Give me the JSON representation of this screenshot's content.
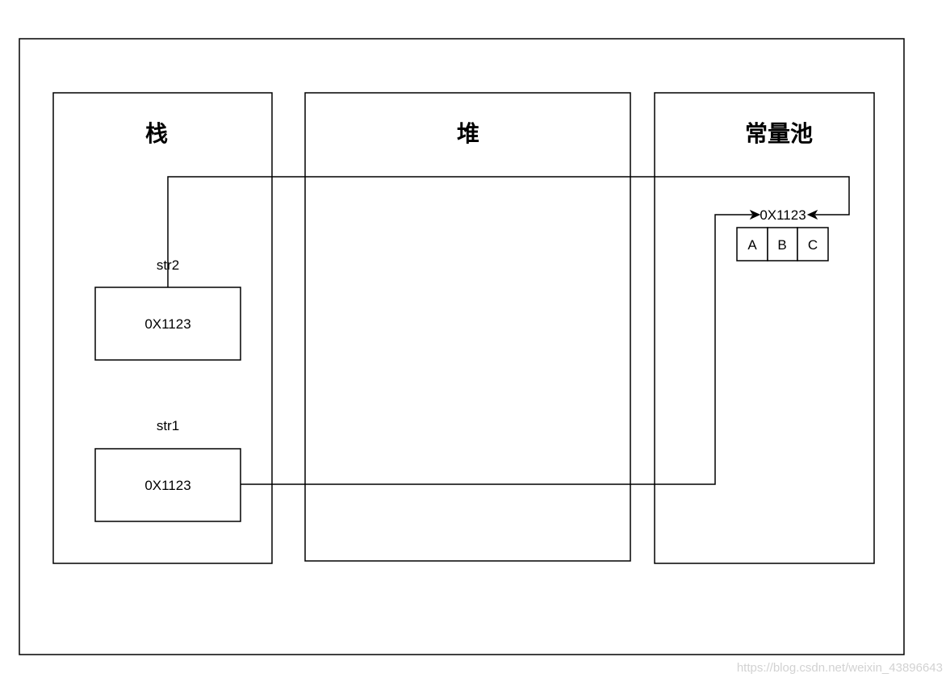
{
  "sections": {
    "stack_title": "栈",
    "heap_title": "堆",
    "constant_pool_title": "常量池"
  },
  "stack": {
    "str2": {
      "name": "str2",
      "value": "0X1123"
    },
    "str1": {
      "name": "str1",
      "value": "0X1123"
    }
  },
  "constant_pool": {
    "address": "0X1123",
    "chars": [
      "A",
      "B",
      "C"
    ]
  },
  "watermark": "https://blog.csdn.net/weixin_43896643"
}
